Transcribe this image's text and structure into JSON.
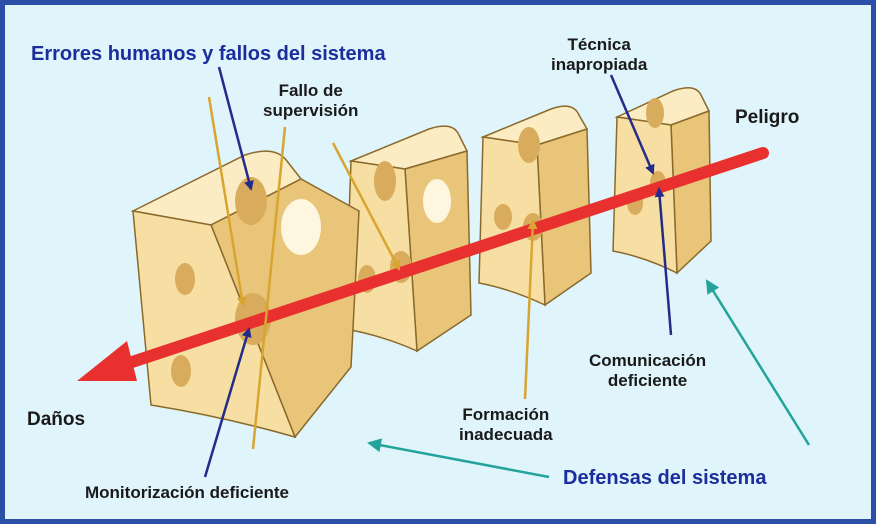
{
  "labels": {
    "errores": "Errores humanos y fallos del sistema",
    "fallo_supervision": [
      "Fallo de",
      "supervisión"
    ],
    "tecnica": [
      "Técnica",
      "inapropiada"
    ],
    "peligro": "Peligro",
    "comunicacion": [
      "Comunicación",
      "deficiente"
    ],
    "formacion": [
      "Formación",
      "inadecuada"
    ],
    "danos": "Daños",
    "defensas": "Defensas del sistema",
    "monitorizacion": "Monitorización deficiente"
  },
  "colors": {
    "frame": "#2b4fa6",
    "background": "#dff4fb",
    "cheese_front": "#f7dfa4",
    "cheese_side": "#e9c57a",
    "cheese_top": "#fbecc4",
    "hole": "#d8ac5c",
    "arrow": "#e8312f",
    "pointer_gold": "#d7a530",
    "pointer_navy": "#232c8a",
    "pointer_teal": "#23a39a",
    "label_blue": "#1c2e9c",
    "label_black": "#1a1a1a"
  }
}
